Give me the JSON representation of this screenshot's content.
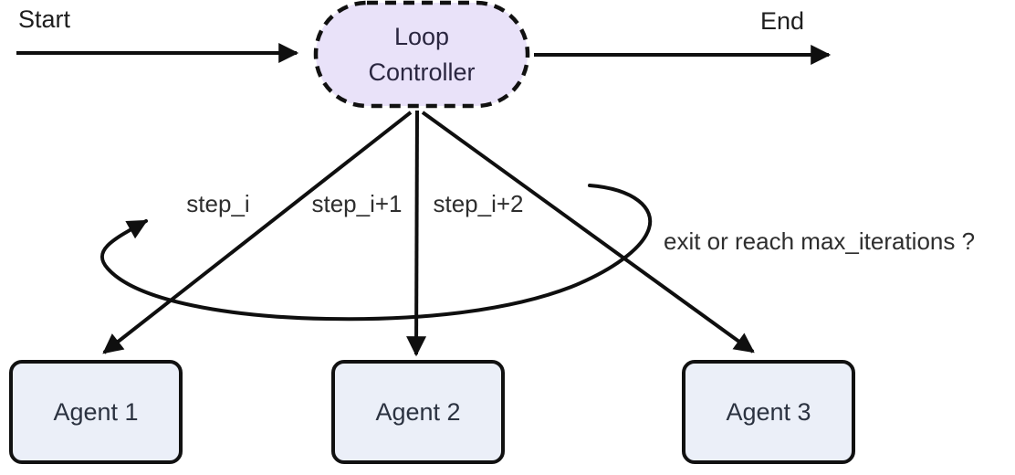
{
  "diagram": {
    "start_label": "Start",
    "end_label": "End",
    "controller": {
      "label": "Loop Controller"
    },
    "agents": [
      {
        "label": "Agent 1"
      },
      {
        "label": "Agent 2"
      },
      {
        "label": "Agent 3"
      }
    ],
    "edges": {
      "step_labels": [
        "step_i",
        "step_i+1",
        "step_i+2"
      ],
      "loop_label": "exit or reach max_iterations ?"
    },
    "colors": {
      "controller_fill": "#E9E2F9",
      "controller_border": "#111111",
      "agent_fill": "#EBEFF8",
      "agent_border": "#111111",
      "arrow_stroke": "#0f0f0f",
      "label_text": "#2e2e2e",
      "controller_text": "#2a2640",
      "agent_text": "#2b3240",
      "background": "#ffffff"
    }
  }
}
